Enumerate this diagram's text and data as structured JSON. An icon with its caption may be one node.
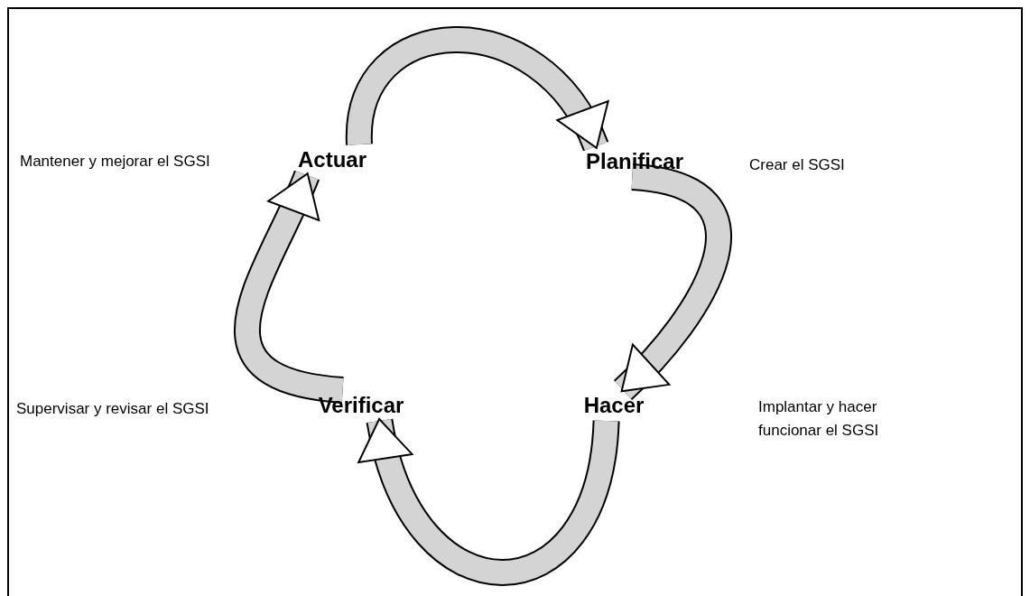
{
  "diagram": {
    "nodes": [
      {
        "text": [
          "Actuar"
        ]
      },
      {
        "text": [
          "Planificar"
        ]
      },
      {
        "text": [
          "Hacer"
        ]
      },
      {
        "text": [
          "Verificar"
        ]
      }
    ],
    "edges": [
      {
        "from": 0,
        "to": 1,
        "arrow": "to"
      },
      {
        "from": 1,
        "to": 2,
        "arrow": "to"
      },
      {
        "from": 2,
        "to": 3,
        "arrow": "to"
      },
      {
        "from": 3,
        "to": 0,
        "arrow": "to"
      }
    ],
    "labels": [
      "Mantener y mejorar el SGSI",
      "Crear el SGSI",
      "Supervisar y revisar el SGSI",
      "Implantar y hacer funcionar el SGSI"
    ]
  }
}
